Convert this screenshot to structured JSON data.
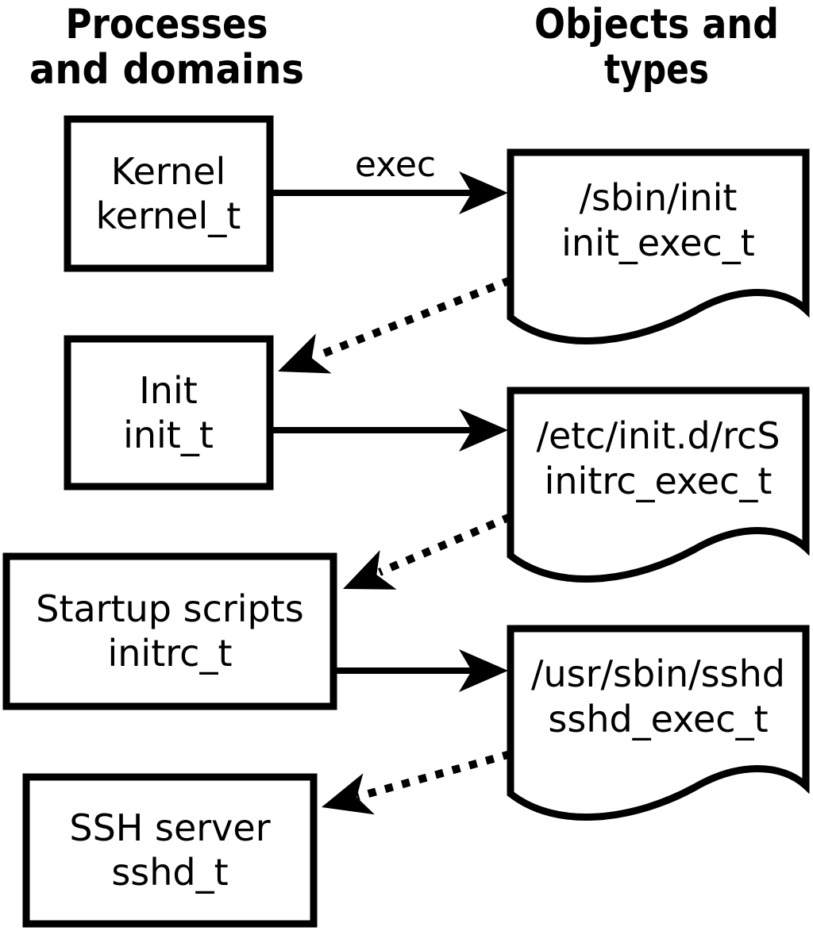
{
  "headers": {
    "left": {
      "line1": "Processes",
      "line2": "and domains"
    },
    "right": {
      "line1": "Objects and",
      "line2": "types"
    }
  },
  "processes": [
    {
      "label": "Kernel",
      "domain": "kernel_t"
    },
    {
      "label": "Init",
      "domain": "init_t"
    },
    {
      "label": "Startup scripts",
      "domain": "initrc_t"
    },
    {
      "label": "SSH server",
      "domain": "sshd_t"
    }
  ],
  "objects": [
    {
      "path": "/sbin/init",
      "type": "init_exec_t"
    },
    {
      "path": "/etc/init.d/rcS",
      "type": "initrc_exec_t"
    },
    {
      "path": "/usr/sbin/sshd",
      "type": "sshd_exec_t"
    }
  ],
  "labels": {
    "exec": "exec"
  },
  "colors": {
    "foreground": "#000000",
    "background": "#ffffff"
  }
}
